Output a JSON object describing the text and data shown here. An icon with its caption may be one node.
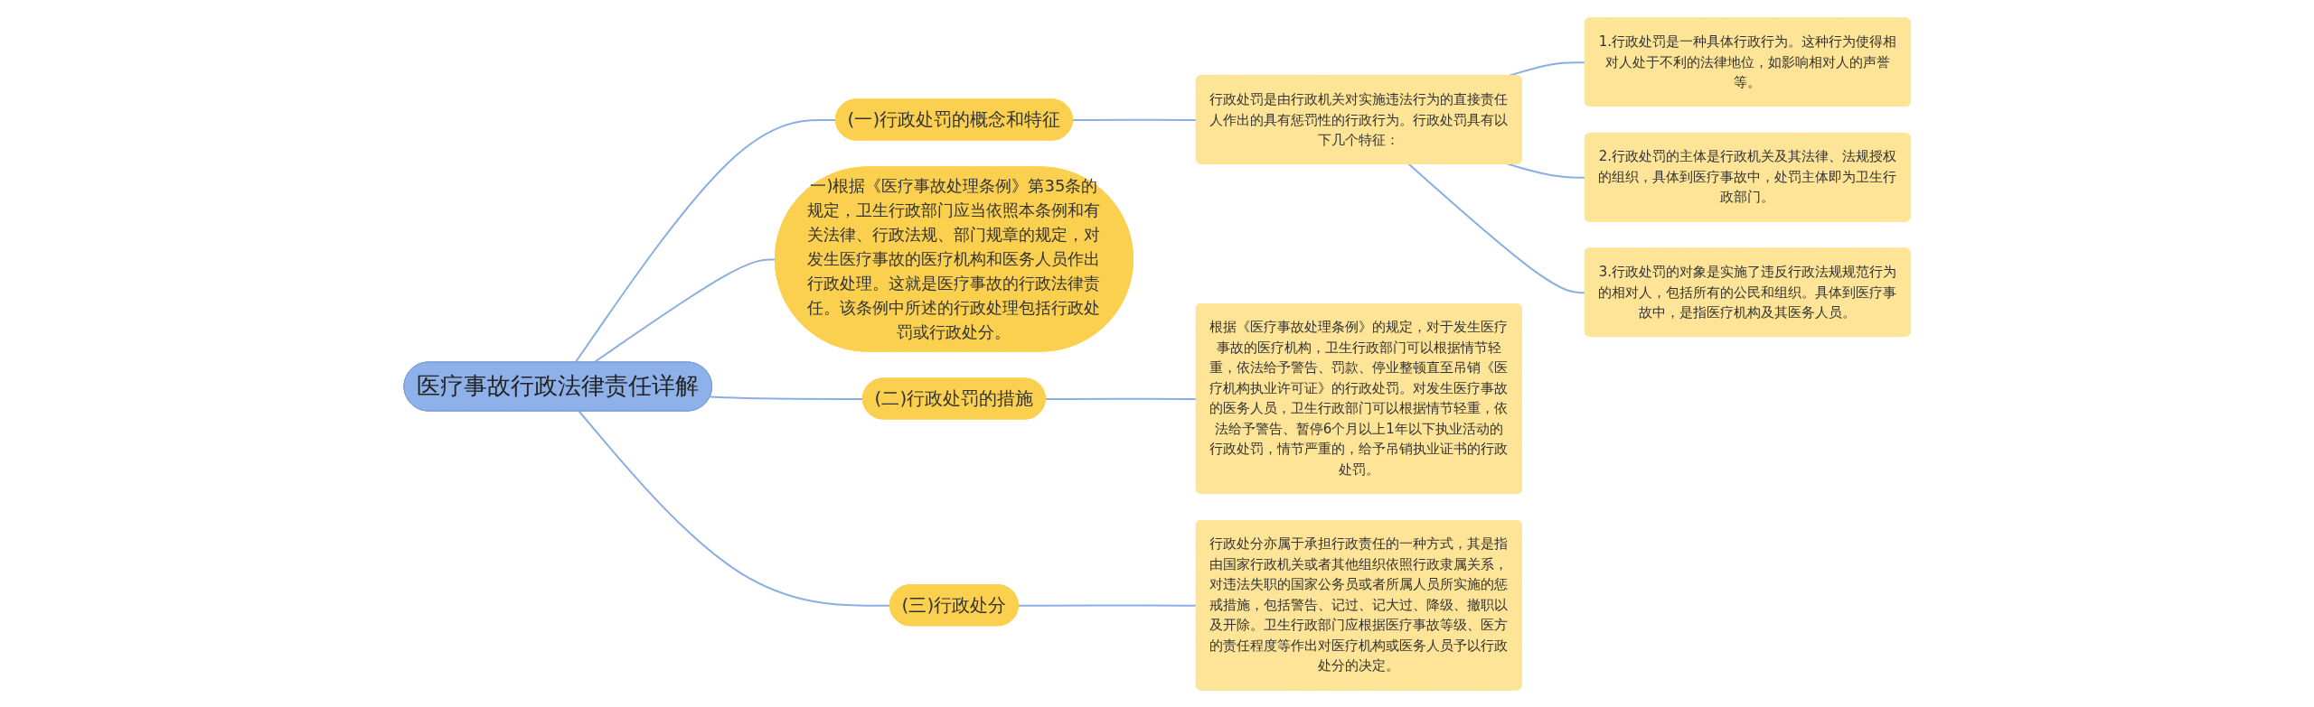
{
  "diagram": {
    "nodes": [
      {
        "text": [
          "医疗事故行政法律责任详解"
        ]
      },
      {
        "text": [
          "(一)行政处罚的概念和特征"
        ]
      },
      {
        "text": [
          "行政处罚是由行政机关对实施违法行为的直接责任人作出的具有惩罚性的行政行为。行政处罚具有以下几个特征："
        ]
      },
      {
        "text": [
          "1.行政处罚是一种具体行政行为。这种行为使得相对人处于不利的法律地位，如影响相对人的声誉等。"
        ]
      },
      {
        "text": [
          "2.行政处罚的主体是行政机关及其法律、法规授权的组织，具体到医疗事故中，处罚主体即为卫生行政部门。"
        ]
      },
      {
        "text": [
          "3.行政处罚的对象是实施了违反行政法规规范行为的相对人，包括所有的公民和组织。具体到医疗事故中，是指医疗机构及其医务人员。"
        ]
      },
      {
        "text": [
          "一)根据《医疗事故处理条例》第35条的规定，卫生行政部门应当依照本条例和有关法律、行政法规、部门规章的规定，对发生医疗事故的医疗机构和医务人员作出行政处理。这就是医疗事故的行政法律责任。该条例中所述的行政处理包括行政处罚或行政处分。"
        ]
      },
      {
        "text": [
          "(二)行政处罚的措施"
        ]
      },
      {
        "text": [
          "根据《医疗事故处理条例》的规定，对于发生医疗事故的医疗机构，卫生行政部门可以根据情节轻重，依法给予警告、罚款、停业整顿直至吊销《医疗机构执业许可证》的行政处罚。对发生医疗事故的医务人员，卫生行政部门可以根据情节轻重，依法给予警告、暂停6个月以上1年以下执业活动的行政处罚，情节严重的，给予吊销执业证书的行政处罚。"
        ]
      },
      {
        "text": [
          "(三)行政处分"
        ]
      },
      {
        "text": [
          "行政处分亦属于承担行政责任的一种方式，其是指由国家行政机关或者其他组织依照行政隶属关系，对违法失职的国家公务员或者所属人员所实施的惩戒措施，包括警告、记过、记大过、降级、撤职以及开除。卫生行政部门应根据医疗事故等级、医方的责任程度等作出对医疗机构或医务人员予以行政处分的决定。"
        ]
      }
    ],
    "edges": [
      {
        "from": 0,
        "to": 1,
        "arrow": "none"
      },
      {
        "from": 1,
        "to": 2,
        "arrow": "none"
      },
      {
        "from": 2,
        "to": 3,
        "arrow": "none"
      },
      {
        "from": 2,
        "to": 4,
        "arrow": "none"
      },
      {
        "from": 2,
        "to": 5,
        "arrow": "none"
      },
      {
        "from": 0,
        "to": 6,
        "arrow": "none"
      },
      {
        "from": 0,
        "to": 7,
        "arrow": "none"
      },
      {
        "from": 7,
        "to": 8,
        "arrow": "none"
      },
      {
        "from": 0,
        "to": 9,
        "arrow": "none"
      },
      {
        "from": 9,
        "to": 10,
        "arrow": "none"
      }
    ]
  }
}
